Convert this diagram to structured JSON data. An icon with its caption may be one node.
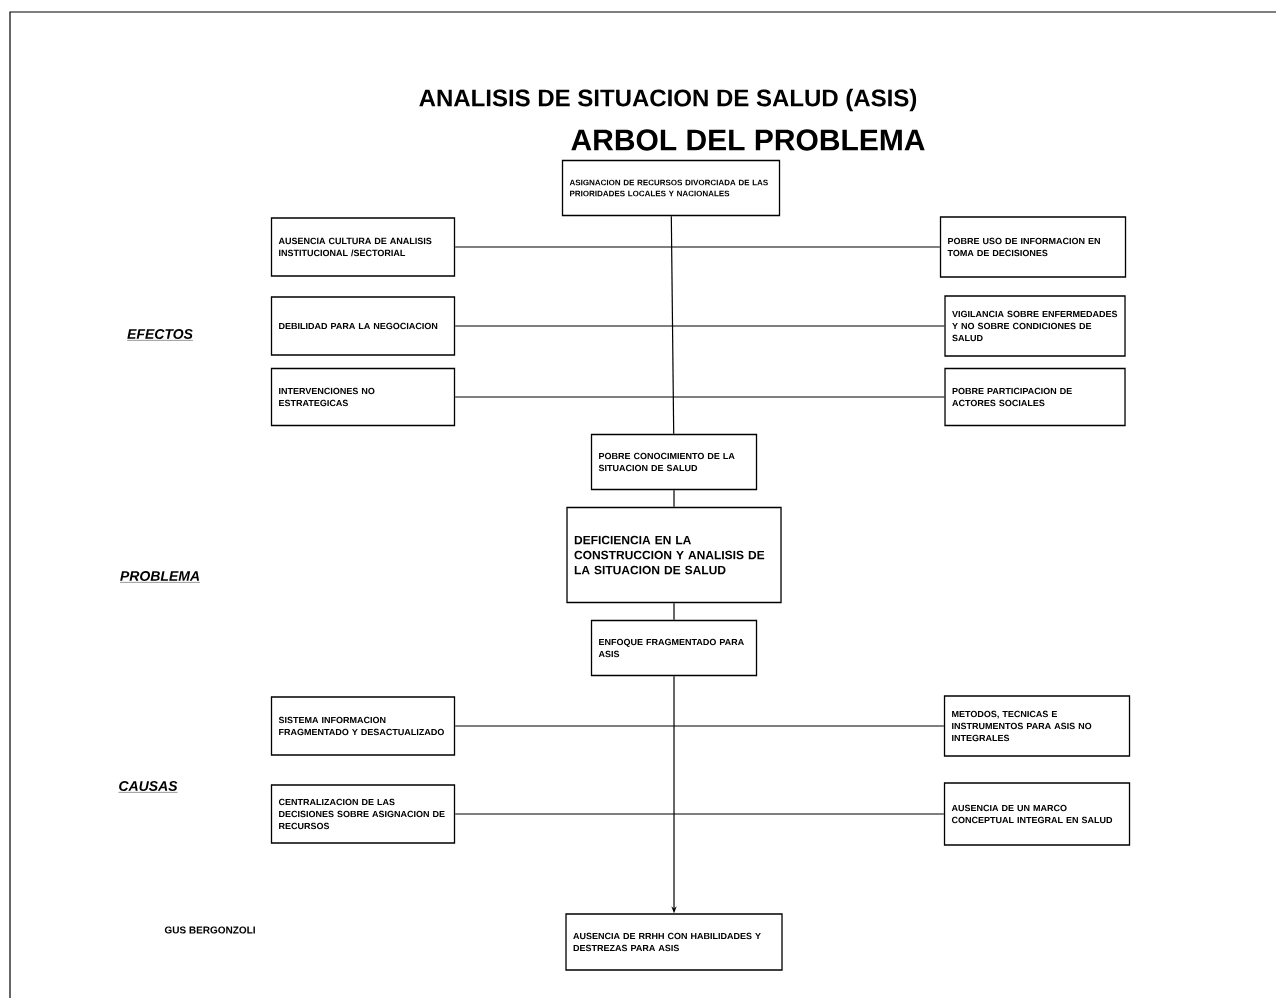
{
  "diagram": {
    "title": "ANALISIS DE SITUACION DE SALUD (ASIS)",
    "nodes": [
      {
        "text": [
          "ASIGNACION DE RECURSOS DIVORCIADA DE LAS PRIORIDADES LOCALES Y NACIONALES"
        ]
      },
      {
        "text": [
          "AUSENCIA CULTURA DE ANALISIS INSTITUCIONAL /SECTORIAL"
        ]
      },
      {
        "text": [
          "POBRE USO DE INFORMACION EN TOMA DE DECISIONES"
        ]
      },
      {
        "text": [
          "DEBILIDAD PARA LA NEGOCIACION"
        ]
      },
      {
        "text": [
          "VIGILANCIA SOBRE ENFERMEDADES Y NO SOBRE CONDICIONES DE SALUD"
        ]
      },
      {
        "text": [
          "INTERVENCIONES NO ESTRATEGICAS"
        ]
      },
      {
        "text": [
          "POBRE PARTICIPACION DE ACTORES SOCIALES"
        ]
      },
      {
        "text": [
          "POBRE CONOCIMIENTO DE LA SITUACION DE SALUD"
        ]
      },
      {
        "text": [
          "DEFICIENCIA EN LA CONSTRUCCION Y ANALISIS DE LA SITUACION DE SALUD"
        ]
      },
      {
        "text": [
          "ENFOQUE FRAGMENTADO PARA ASIS"
        ]
      },
      {
        "text": [
          "SISTEMA INFORMACION FRAGMENTADO Y DESACTUALIZADO"
        ]
      },
      {
        "text": [
          "METODOS, TECNICAS E INSTRUMENTOS PARA ASIS NO INTEGRALES"
        ]
      },
      {
        "text": [
          "CENTRALIZACION DE LAS DECISIONES SOBRE ASIGNACION DE RECURSOS"
        ]
      },
      {
        "text": [
          "AUSENCIA DE UN MARCO CONCEPTUAL INTEGRAL EN SALUD"
        ]
      },
      {
        "text": [
          "AUSENCIA DE RRHH CON HABILIDADES Y DESTREZAS PARA ASIS"
        ]
      }
    ],
    "edges": [
      {
        "from": 0,
        "to": 7,
        "arrow": "none"
      },
      {
        "from": 1,
        "to": 2,
        "arrow": "none"
      },
      {
        "from": 3,
        "to": 4,
        "arrow": "none"
      },
      {
        "from": 5,
        "to": 6,
        "arrow": "none"
      },
      {
        "from": 7,
        "to": 8,
        "arrow": "none"
      },
      {
        "from": 8,
        "to": 9,
        "arrow": "none"
      },
      {
        "from": 10,
        "to": 11,
        "arrow": "none"
      },
      {
        "from": 12,
        "to": 13,
        "arrow": "none"
      },
      {
        "from": 9,
        "to": 14,
        "arrow": "to"
      }
    ],
    "labels": [
      "ARBOL DEL PROBLEMA",
      "EFECTOS",
      "PROBLEMA",
      "CAUSAS",
      "GUS BERGONZOLI"
    ]
  }
}
